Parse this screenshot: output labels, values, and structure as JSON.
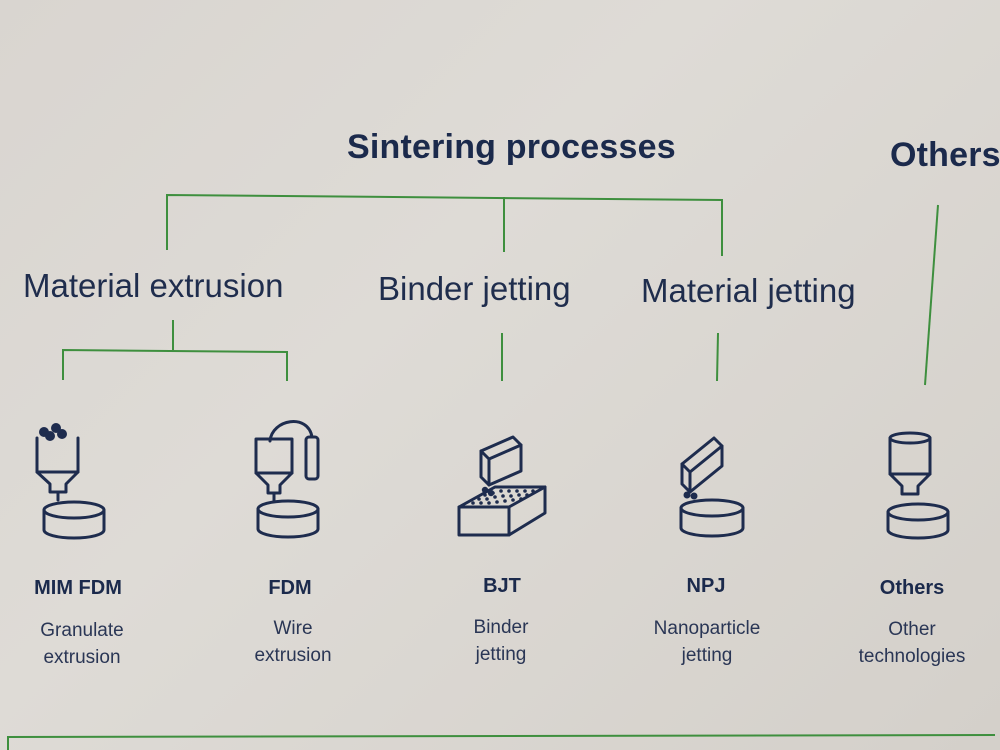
{
  "headings": {
    "sintering": "Sintering processes",
    "others": "Others"
  },
  "categories": [
    {
      "label": "Material extrusion"
    },
    {
      "label": "Binder jetting"
    },
    {
      "label": "Material jetting"
    }
  ],
  "processes": [
    {
      "code": "MIM FDM",
      "desc1": "Granulate",
      "desc2": "extrusion",
      "icon": "granulate-extruder-icon"
    },
    {
      "code": "FDM",
      "desc1": "Wire",
      "desc2": "extrusion",
      "icon": "wire-extruder-icon"
    },
    {
      "code": "BJT",
      "desc1": "Binder",
      "desc2": "jetting",
      "icon": "binder-jetting-icon"
    },
    {
      "code": "NPJ",
      "desc1": "Nanoparticle",
      "desc2": "jetting",
      "icon": "nanoparticle-jetting-icon"
    },
    {
      "code": "Others",
      "desc1": "Other",
      "desc2": "technologies",
      "icon": "generic-process-icon"
    }
  ],
  "colors": {
    "line": "#3e8f3e",
    "text": "#1b2a4c",
    "background": "#dcd8d3"
  }
}
